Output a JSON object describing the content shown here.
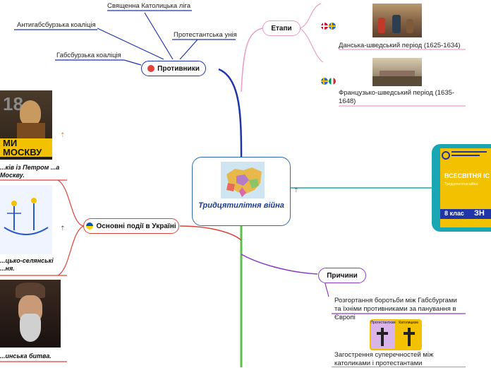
{
  "central": {
    "title": "Тридцятилітня війна"
  },
  "opponents": {
    "label": "Противники",
    "icon": "angry-face-icon",
    "children": [
      "Священна Католицька ліга",
      "Антигабсбурзька коаліція",
      "Протестантська унія",
      "Габсбурзька коаліція"
    ]
  },
  "stages": {
    "label": "Етапи",
    "items": [
      {
        "text": "Данська-шведський  період (1625-1634)",
        "flags": [
          "denmark-flag-icon",
          "sweden-flag-icon"
        ]
      },
      {
        "text": "Французько-шведський період (1635-1648)",
        "flags": [
          "sweden-flag-icon",
          "italy-flag-icon"
        ]
      }
    ]
  },
  "events": {
    "label": "Основні події в Україні",
    "icon": "ukraine-flag-icon",
    "items": [
      "...ків із Петром ...а Москву.",
      "...цько-селянські ...ня.",
      "...инська битва."
    ]
  },
  "causes": {
    "label": "Причини",
    "items": [
      "Розгортання боротьби між Габсбургами та їхніми противниками за панування в Європі",
      "Загострення суперечностей між католиками і протестантами"
    ],
    "image_labels": [
      "Протестантизм",
      "Католицизм"
    ]
  },
  "book": {
    "title": "ВСЕСВІТНЯ ІС",
    "subtitle": "Тридцятилітня війна",
    "grade": "8 клас",
    "brand": "ЗН"
  },
  "thumb_18": "18",
  "thumb_moskvu": "МИ МОСКВУ",
  "colors": {
    "blue": "#1f35a8",
    "pink": "#e8a0c8",
    "green": "#5cc04a",
    "red": "#d9433a",
    "purple": "#8a3ac0",
    "teal": "#1aa6b5",
    "book_yellow": "#f2c200"
  }
}
